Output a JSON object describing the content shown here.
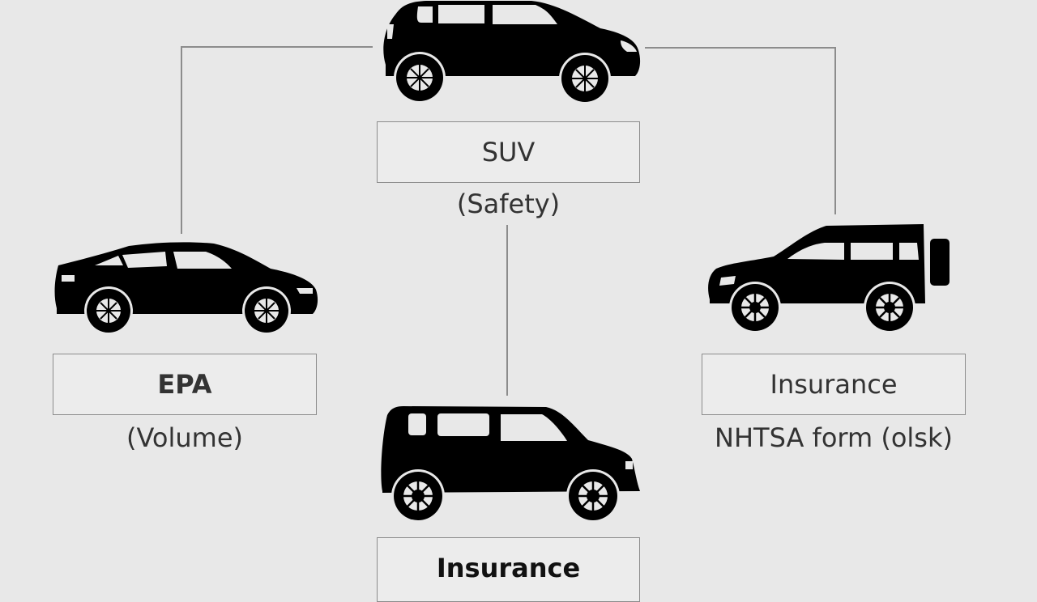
{
  "diagram": {
    "nodes": [
      {
        "id": "top",
        "vehicle": "suv-hatch-icon",
        "label": "SUV",
        "sublabel": "(Safety)"
      },
      {
        "id": "left",
        "vehicle": "sedan-icon",
        "label": "EPA",
        "sublabel": "(Volume)"
      },
      {
        "id": "right",
        "vehicle": "offroad-suv-icon",
        "label": "Insurance",
        "sublabel": "NHTSA form (olsk)"
      },
      {
        "id": "bottom",
        "vehicle": "minivan-icon",
        "label": "Insurance",
        "sublabel": ""
      }
    ],
    "edges": [
      {
        "from": "top",
        "to": "left"
      },
      {
        "from": "top",
        "to": "right"
      },
      {
        "from": "top",
        "to": "bottom"
      }
    ],
    "colors": {
      "background": "#e8e8e8",
      "line": "#8c8c8c",
      "vehicle": "#000000",
      "text": "#333333"
    }
  }
}
